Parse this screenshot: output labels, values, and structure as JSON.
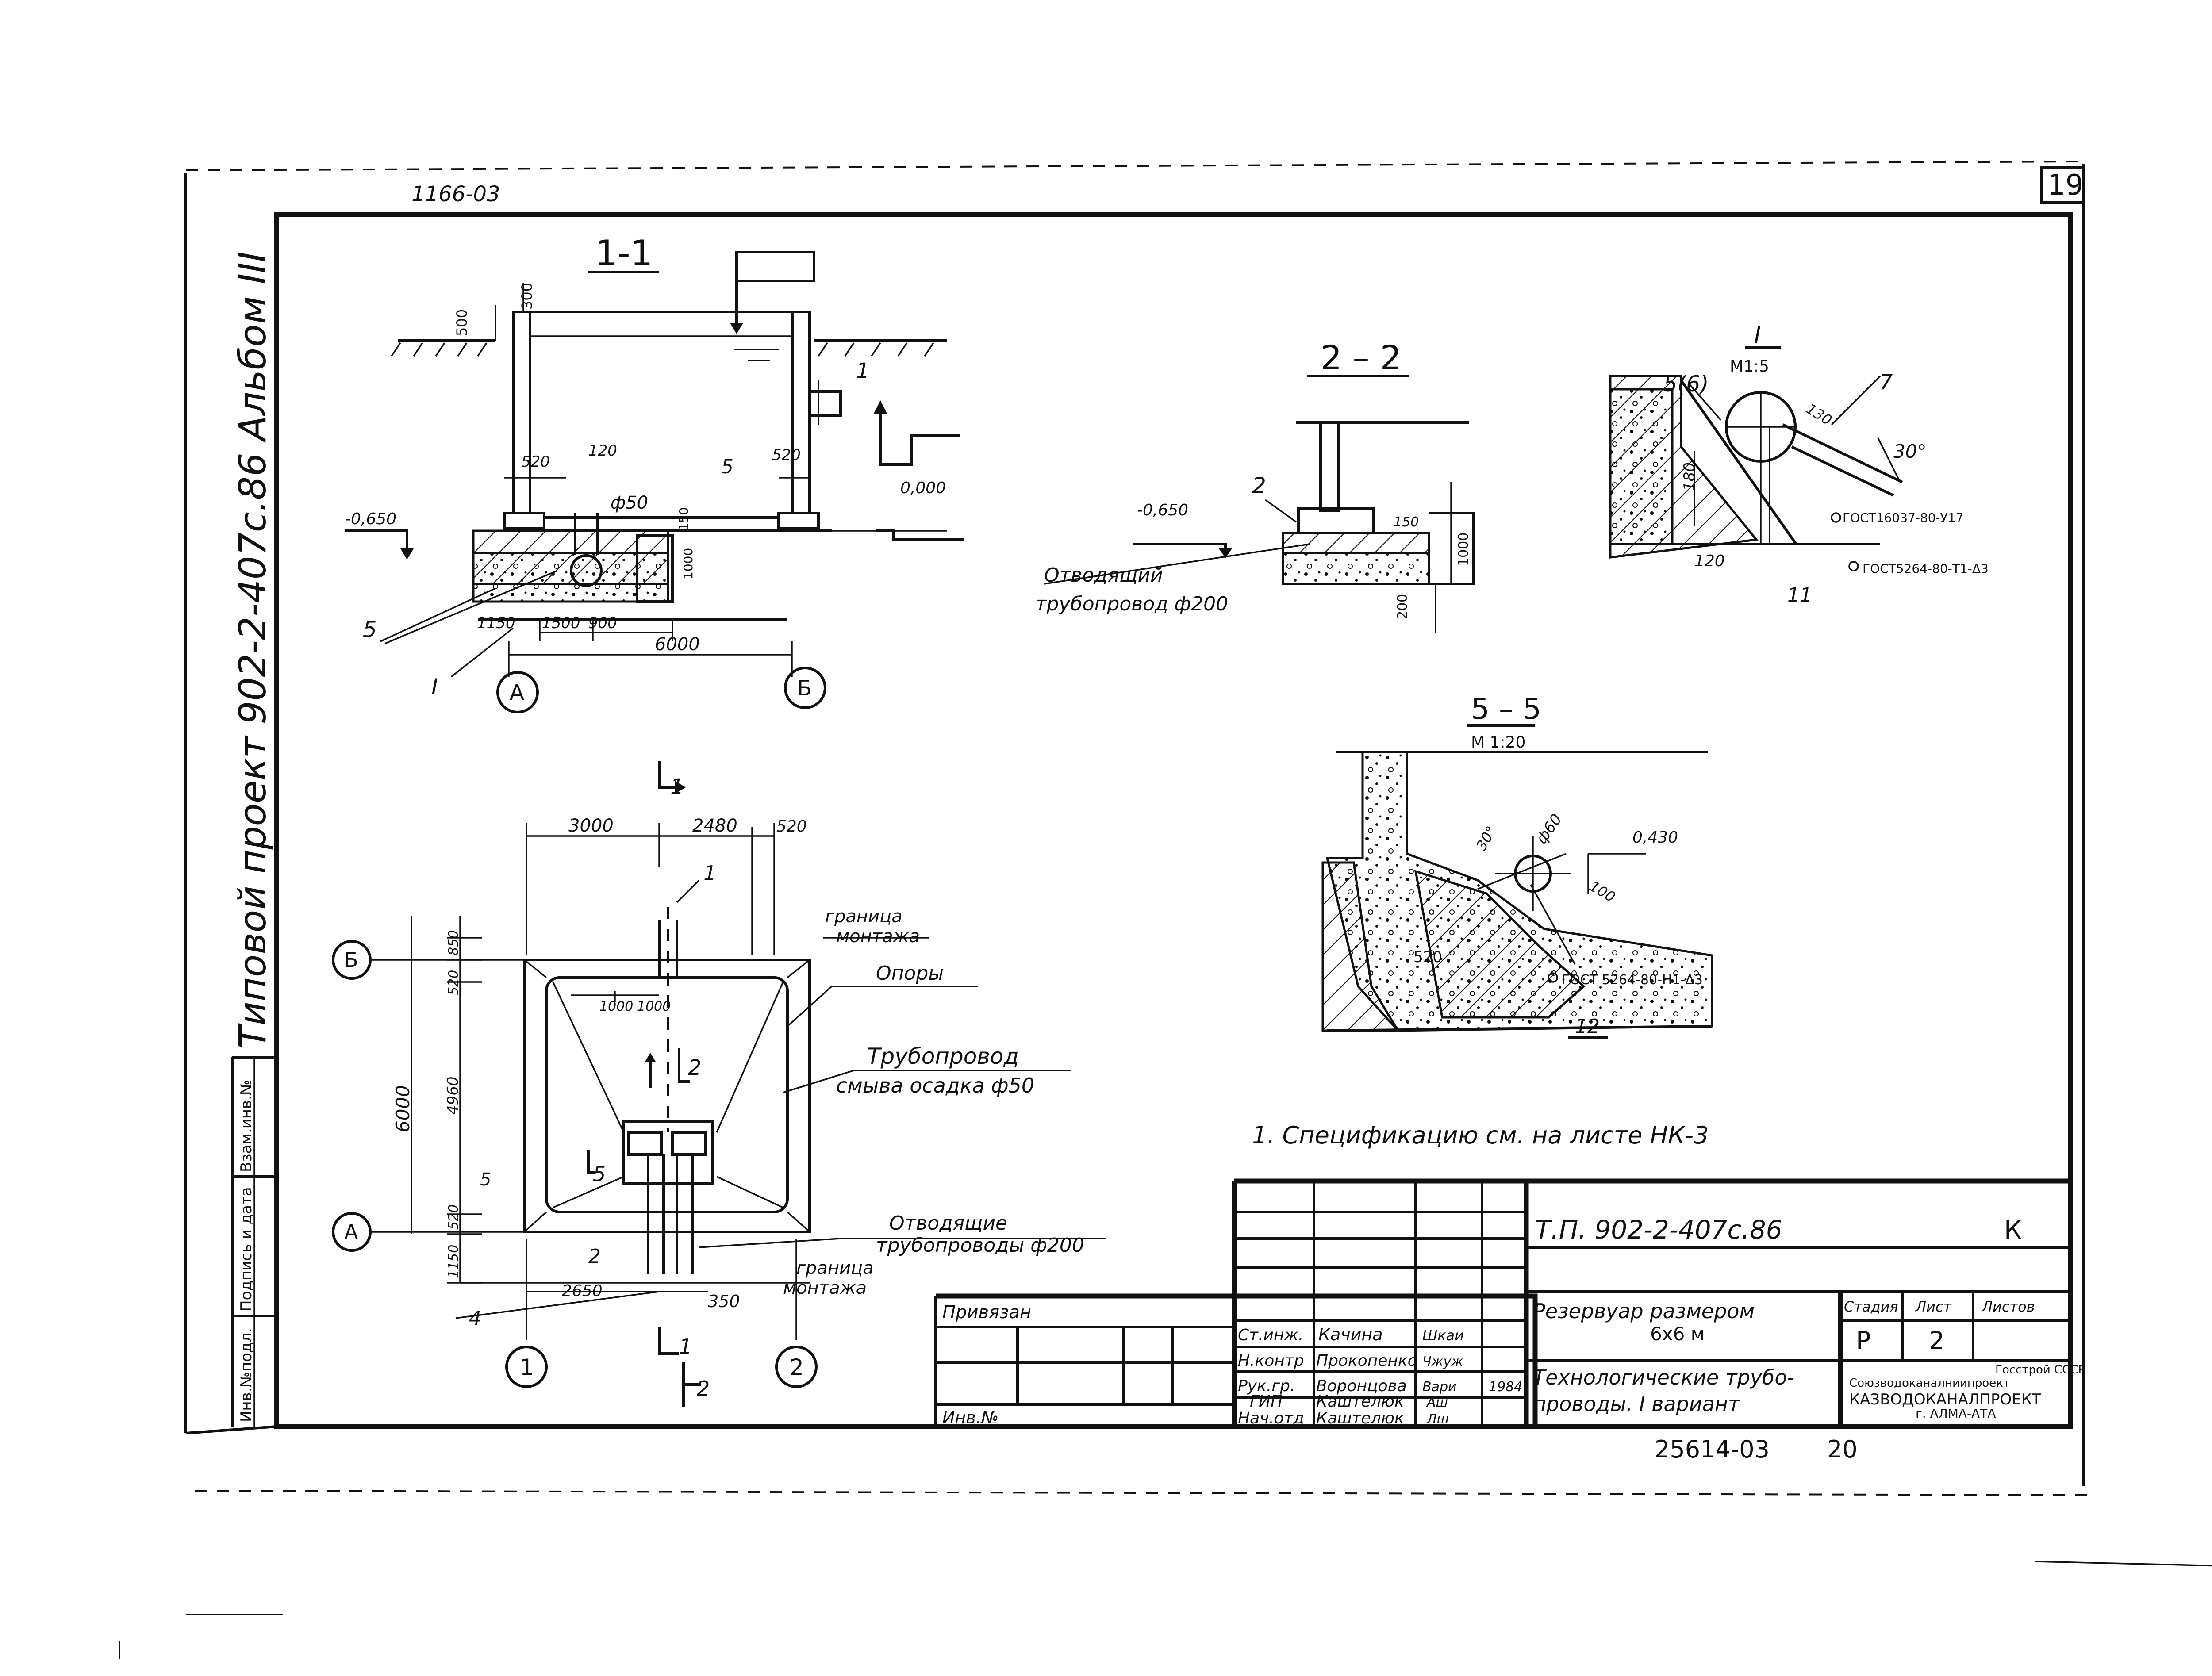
{
  "sheet": {
    "corner_code": "1166-03",
    "sheet_number": "19",
    "side_title": "Типовой проект 902-2-407с.86 Альбом III",
    "side_stamp": [
      "Инв.№подл.",
      "Подпись и дата",
      "Взам.инв.№"
    ]
  },
  "section_1_1": {
    "title": "1-1",
    "labels": {
      "dim_300": "300",
      "dim_500": "500",
      "dim_520_l": "520",
      "dim_120": "120",
      "dim_520_r": "520",
      "dim_5": "5",
      "pipe_1": "1",
      "pipe_phi": "ф50",
      "elev_neg": "-0,650",
      "elev_zero": "0,000",
      "dim_150": "150",
      "dim_1000": "1000",
      "dim_1150": "1150",
      "dim_1500": "1500",
      "dim_900": "900",
      "dim_6000": "6000",
      "note_5": "5",
      "roman_I": "I",
      "axis_A": "А",
      "axis_B": "Б"
    }
  },
  "section_2_2": {
    "title": "2 – 2",
    "labels": {
      "item_2": "2",
      "elev": "-0,650",
      "dim_150": "150",
      "dim_1000": "1000",
      "dim_200": "200",
      "pipe_caption_1": "Отводящий",
      "pipe_caption_2": "трубопровод ф200"
    }
  },
  "detail_I": {
    "scale": "М1:5",
    "labels": {
      "roman": "I",
      "item_56": "5(6)",
      "item_7": "7",
      "dim_130": "130",
      "angle_30": "30°",
      "dim_180": "180",
      "dim_120": "120",
      "gost_1": "ГОСТ16037-80-У17",
      "gost_2": "ГОСТ5264-80-Т1-Δ3",
      "item_11": "11"
    }
  },
  "section_5_5": {
    "title": "5 – 5",
    "scale": "М 1:20",
    "labels": {
      "angle_30": "30°",
      "phi_60": "ф60",
      "elev": "0,430",
      "dim_100": "100",
      "dim_520": "520",
      "gost": "ГОСТ 5264-80-Н1-Δ3",
      "item_12": "12"
    }
  },
  "plan": {
    "labels": {
      "dim_3000": "3000",
      "dim_2480": "2480",
      "dim_520_t": "520",
      "cut_1_top": "1",
      "pipe_1": "1",
      "boundary_top_1": "граница",
      "boundary_top_2": "монтажа",
      "axis_B": "Б",
      "dim_850": "850",
      "dim_520_b": "520",
      "dim_1000_a": "1000",
      "dim_1000_b": "1000",
      "supports": "Опоры",
      "pipe_wash_1": "Трубопровод",
      "pipe_wash_2": "смыва осадка ф50",
      "cut_2": "2",
      "dim_6000": "6000",
      "dim_4960": "4960",
      "cut_5": "5",
      "dim_520_l": "520",
      "axis_A": "А",
      "drain_1": "Отводящие",
      "drain_2": "трубопроводы ф200",
      "item_2": "2",
      "dim_1150": "1150",
      "boundary_bot_1": "граница",
      "boundary_bot_2": "монтажа",
      "dim_2650": "2650",
      "dim_350": "350",
      "item_4": "4",
      "cut_1_bot": "1",
      "cut_2_bot": "2",
      "axis_1": "1",
      "axis_2": "2"
    }
  },
  "note": "1. Спецификацию см. на листе НК-3",
  "title_block": {
    "privyazan": "Привязан",
    "inv_no": "Инв.№",
    "code": "Т.П. 902-2-407с.86",
    "mark": "К",
    "roles": [
      {
        "role": "Ст.инж.",
        "name": "Качина",
        "sign": "Шкаи"
      },
      {
        "role": "Н.контр",
        "name": "Прокопенко",
        "sign": "Чжуж"
      },
      {
        "role": "Рук.гр.",
        "name": "Воронцова",
        "sign": "Вари"
      },
      {
        "role": "ГИП",
        "name": "Каштелюк",
        "sign": "Аш"
      },
      {
        "role": "Нач.отд",
        "name": "Каштелюк",
        "sign": "Лш"
      }
    ],
    "year": "1984",
    "title_1": "Резервуар размером",
    "title_2": "6х6 м",
    "subtitle_1": "Технологические трубо-",
    "subtitle_2": "проводы. I вариант",
    "stage_header": "Стадия",
    "sheet_header": "Лист",
    "sheets_header": "Листов",
    "stage": "Р",
    "sheet": "2",
    "org_1": "Госстрой СССР",
    "org_2": "Союзводоканалниипроект",
    "org_3": "КАЗВОДОКАНАЛПРОЕКТ",
    "org_4": "г. АЛМА-АТА"
  },
  "bottom_code": "25614-03",
  "bottom_page": "20"
}
